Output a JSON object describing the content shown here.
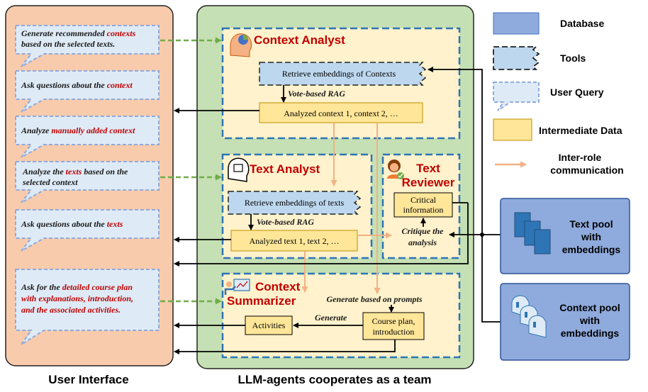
{
  "panels": {
    "user_interface": "User Interface",
    "team": "LLM-agents cooperates as a team"
  },
  "queries": [
    {
      "parts": [
        {
          "text": "Generate recommended ",
          "hl": false
        },
        {
          "text": "contexts",
          "hl": true
        }
      ],
      "line2": [
        {
          "text": "based on the selected texts.",
          "hl": false
        }
      ]
    },
    {
      "parts": [
        {
          "text": "Ask questions about the ",
          "hl": false
        },
        {
          "text": "context",
          "hl": true
        }
      ],
      "line2": []
    },
    {
      "parts": [
        {
          "text": "Analyze ",
          "hl": false
        },
        {
          "text": "manually added context",
          "hl": true
        }
      ],
      "line2": []
    },
    {
      "parts": [
        {
          "text": "Analyze the ",
          "hl": false
        },
        {
          "text": "texts",
          "hl": true
        },
        {
          "text": " based on the",
          "hl": false
        }
      ],
      "line2": [
        {
          "text": "selected context",
          "hl": false
        }
      ]
    },
    {
      "parts": [
        {
          "text": "Ask questions about the ",
          "hl": false
        },
        {
          "text": "texts",
          "hl": true
        }
      ],
      "line2": []
    },
    {
      "parts": [
        {
          "text": "Ask for the ",
          "hl": false
        },
        {
          "text": "detailed course plan",
          "hl": true
        }
      ],
      "line2": [
        {
          "text": "with explanations, introduction,",
          "hl": true
        }
      ],
      "line3": [
        {
          "text": "and the associated activities.",
          "hl": true
        }
      ]
    }
  ],
  "agents": {
    "context_analyst": {
      "title": "Context Analyst",
      "tool": "Retrieve embeddings of Contexts",
      "method": "Vote-based RAG",
      "output": "Analyzed context 1, context 2, …"
    },
    "text_analyst": {
      "title": "Text Analyst",
      "tool": "Retrieve embeddings of texts",
      "method": "Vote-based RAG",
      "output": "Analyzed text 1, text 2, …"
    },
    "text_reviewer": {
      "title_line1": "Text",
      "title_line2": "Reviewer",
      "info_line1": "Critical",
      "info_line2": "information",
      "critique_line1": "Critique the",
      "critique_line2": "analysis"
    },
    "context_summarizer": {
      "title_line1": "Context",
      "title_line2": "Summarizer",
      "generate_prompts": "Generate based on prompts",
      "generate": "Generate",
      "activities": "Activities",
      "plan_line1": "Course plan,",
      "plan_line2": "introduction"
    }
  },
  "legend": {
    "database": "Database",
    "tools": "Tools",
    "user_query": "User Query",
    "intermediate": "Intermediate Data",
    "inter_role_line1": "Inter-role",
    "inter_role_line2": "communication"
  },
  "pools": {
    "text_pool": [
      "Text pool",
      "with",
      "embeddings"
    ],
    "context_pool": [
      "Context pool",
      "with",
      "embeddings"
    ]
  },
  "colors": {
    "ui_panel": "#f8cbad",
    "team_panel": "#c5e0b4",
    "agent_border": "#2e75b6",
    "agent_fill": "#fff2cc",
    "intermediate": "#ffe699",
    "tool": "#bdd7ee",
    "database": "#8faadc",
    "query_fill": "#deebf7",
    "query_border": "#8faadc",
    "highlight": "#c00000",
    "dashed_arrow": "#70ad47",
    "comm_arrow": "#f4b183"
  }
}
